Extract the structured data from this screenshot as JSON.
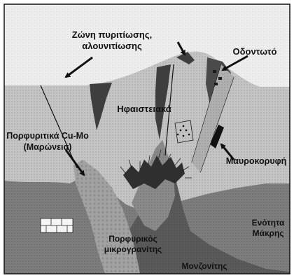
{
  "labels": {
    "alteration_line1": "Ζώνη πυριτίωσης,",
    "alteration_line2": "αλουνιτίωσης",
    "odontoto": "Οδοντωτό",
    "volcanics": "Ηφαιστειακά",
    "porphyry_line1": "Πορφυριτικά Cu-Mo",
    "porphyry_line2": "(Μαρώνεια)",
    "mavrokoryfi": "Μαυροκορυφή",
    "makri_line1": "Ενότητα",
    "makri_line2": "Μάκρης",
    "microgranite_line1": "Πορφυρικός",
    "microgranite_line2": "μικρογρανίτης",
    "monzonite": "Μονζονίτης"
  },
  "colors": {
    "sky": "#eeeeee",
    "volcanics": "#c4c4c4",
    "makri": "#7d7d7d",
    "monzonite": "#5a5a5a",
    "microgranite": "#a2a2a2",
    "alteration": "#3e3e3e",
    "ink": "#111111"
  }
}
